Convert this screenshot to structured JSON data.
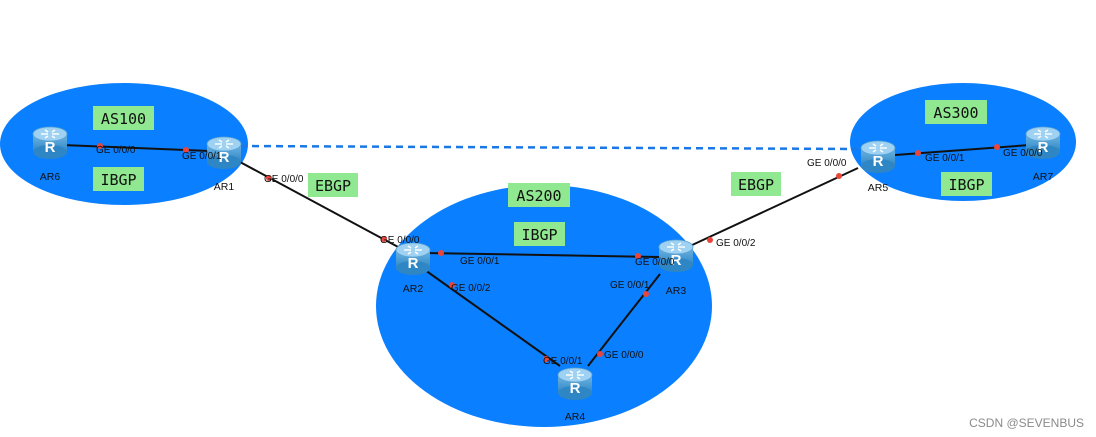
{
  "colors": {
    "as_area": "#0a7fff",
    "tag_bg": "#90e890",
    "link": "#111111",
    "port_dot": "#e8463c",
    "dashed_link": "#1a78e6",
    "router_body": "#4e9ed0",
    "router_top": "#7ec0ea"
  },
  "icons": {
    "router": "router-icon"
  },
  "tags": {
    "as100": "AS100",
    "as200": "AS200",
    "as300": "AS300",
    "ibgp_as100": "IBGP",
    "ibgp_as200": "IBGP",
    "ibgp_as300": "IBGP",
    "ebgp_left": "EBGP",
    "ebgp_right": "EBGP"
  },
  "routers": {
    "ar1": "AR1",
    "ar2": "AR2",
    "ar3": "AR3",
    "ar4": "AR4",
    "ar5": "AR5",
    "ar6": "AR6",
    "ar7": "AR7"
  },
  "ports": {
    "ar6_g000": "GE 0/0/0",
    "ar1_g001": "GE 0/0/1",
    "ar1_g000": "GE 0/0/0",
    "ar2_g000": "GE 0/0/0",
    "ar2_g001": "GE 0/0/1",
    "ar2_g002": "GE 0/0/2",
    "ar3_g000": "GE 0/0/0",
    "ar3_g001": "GE 0/0/1",
    "ar3_g002": "GE 0/0/2",
    "ar4_g001": "GE 0/0/1",
    "ar4_g000": "GE 0/0/0",
    "ar5_g000": "GE 0/0/0",
    "ar5_g001": "GE 0/0/1",
    "ar7_g000": "GE 0/0/0"
  },
  "watermark": "CSDN @SEVENBUS"
}
